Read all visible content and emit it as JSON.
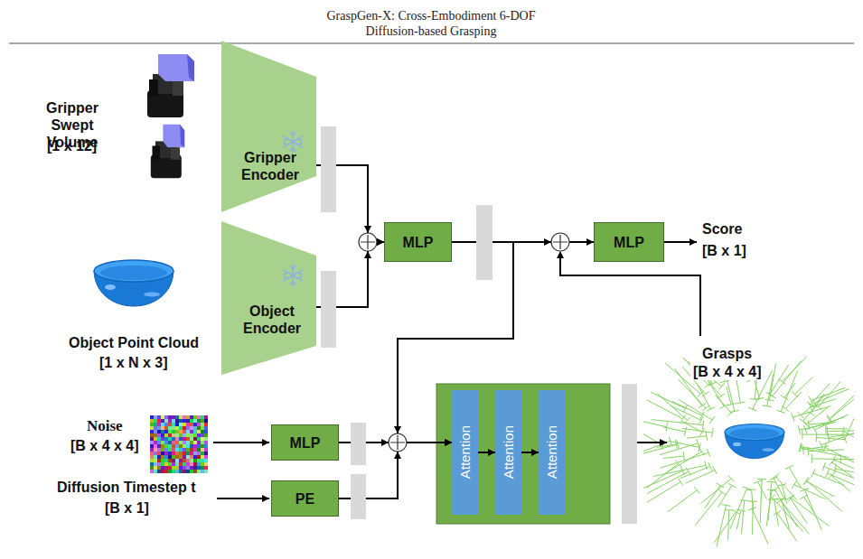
{
  "diagram": {
    "title": "GraspGen-X: Cross-Embodiment 6-DOF Diffusion-based Grasping",
    "nodes": [
      {
        "text": [
          "Gripper Encoder"
        ]
      },
      {
        "text": [
          "Object Encoder"
        ]
      },
      {
        "text": [
          "MLP"
        ]
      },
      {
        "text": [
          "MLP"
        ]
      },
      {
        "text": [
          "MLP"
        ]
      },
      {
        "text": [
          "PE"
        ]
      },
      {
        "text": [
          "Attention"
        ]
      },
      {
        "text": [
          "Attention"
        ]
      },
      {
        "text": [
          "Attention"
        ]
      }
    ],
    "edges": [
      {
        "from": 0,
        "to": 2,
        "arrow": "to"
      },
      {
        "from": 1,
        "to": 2,
        "arrow": "to"
      },
      {
        "from": 2,
        "to": 3,
        "arrow": "to"
      },
      {
        "from": 2,
        "to": 6,
        "arrow": "to"
      },
      {
        "from": 4,
        "to": 6,
        "arrow": "to"
      },
      {
        "from": 5,
        "to": 6,
        "arrow": "to"
      },
      {
        "from": 6,
        "to": 7,
        "arrow": "to"
      },
      {
        "from": 7,
        "to": 8,
        "arrow": "to"
      }
    ],
    "labels": [
      "Gripper Swept Volume",
      "[1 x 12]",
      "Object Point Cloud",
      "[1 x N x 3]",
      "Score",
      "[B x 1]",
      "Grasps",
      "[B x 4 x 4]",
      "Noise",
      "[B x 4 x 4]",
      "Diffusion Timestep t",
      "[B x 1]"
    ]
  }
}
